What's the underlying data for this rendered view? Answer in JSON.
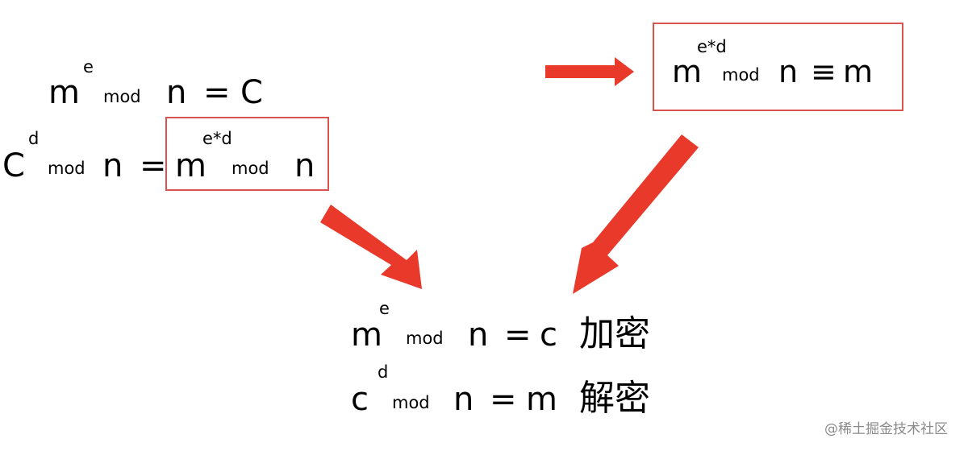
{
  "formula1": {
    "base": "m",
    "exp": "e",
    "op": "mod",
    "mod": "n",
    "eq": "=",
    "rhs": "C"
  },
  "formula2": {
    "base": "C",
    "exp": "d",
    "op": "mod",
    "mod": "n",
    "eq": "=",
    "rhs_base": "m",
    "rhs_exp": "e*d",
    "rhs_op": "mod",
    "rhs_mod": "n"
  },
  "formula3": {
    "base": "m",
    "exp": "e*d",
    "op": "mod",
    "mod": "n",
    "eq": "≡",
    "rhs": "m"
  },
  "result_encrypt": {
    "base": "m",
    "exp": "e",
    "op": "mod",
    "mod": "n",
    "eq": "=",
    "rhs": "c",
    "label": "加密"
  },
  "result_decrypt": {
    "base": "c",
    "exp": "d",
    "op": "mod",
    "mod": "n",
    "eq": "=",
    "rhs": "m",
    "label": "解密"
  },
  "watermark": "@稀土掘金技术社区",
  "colors": {
    "arrow": "#e8392b",
    "box_border": "#d9534f"
  }
}
